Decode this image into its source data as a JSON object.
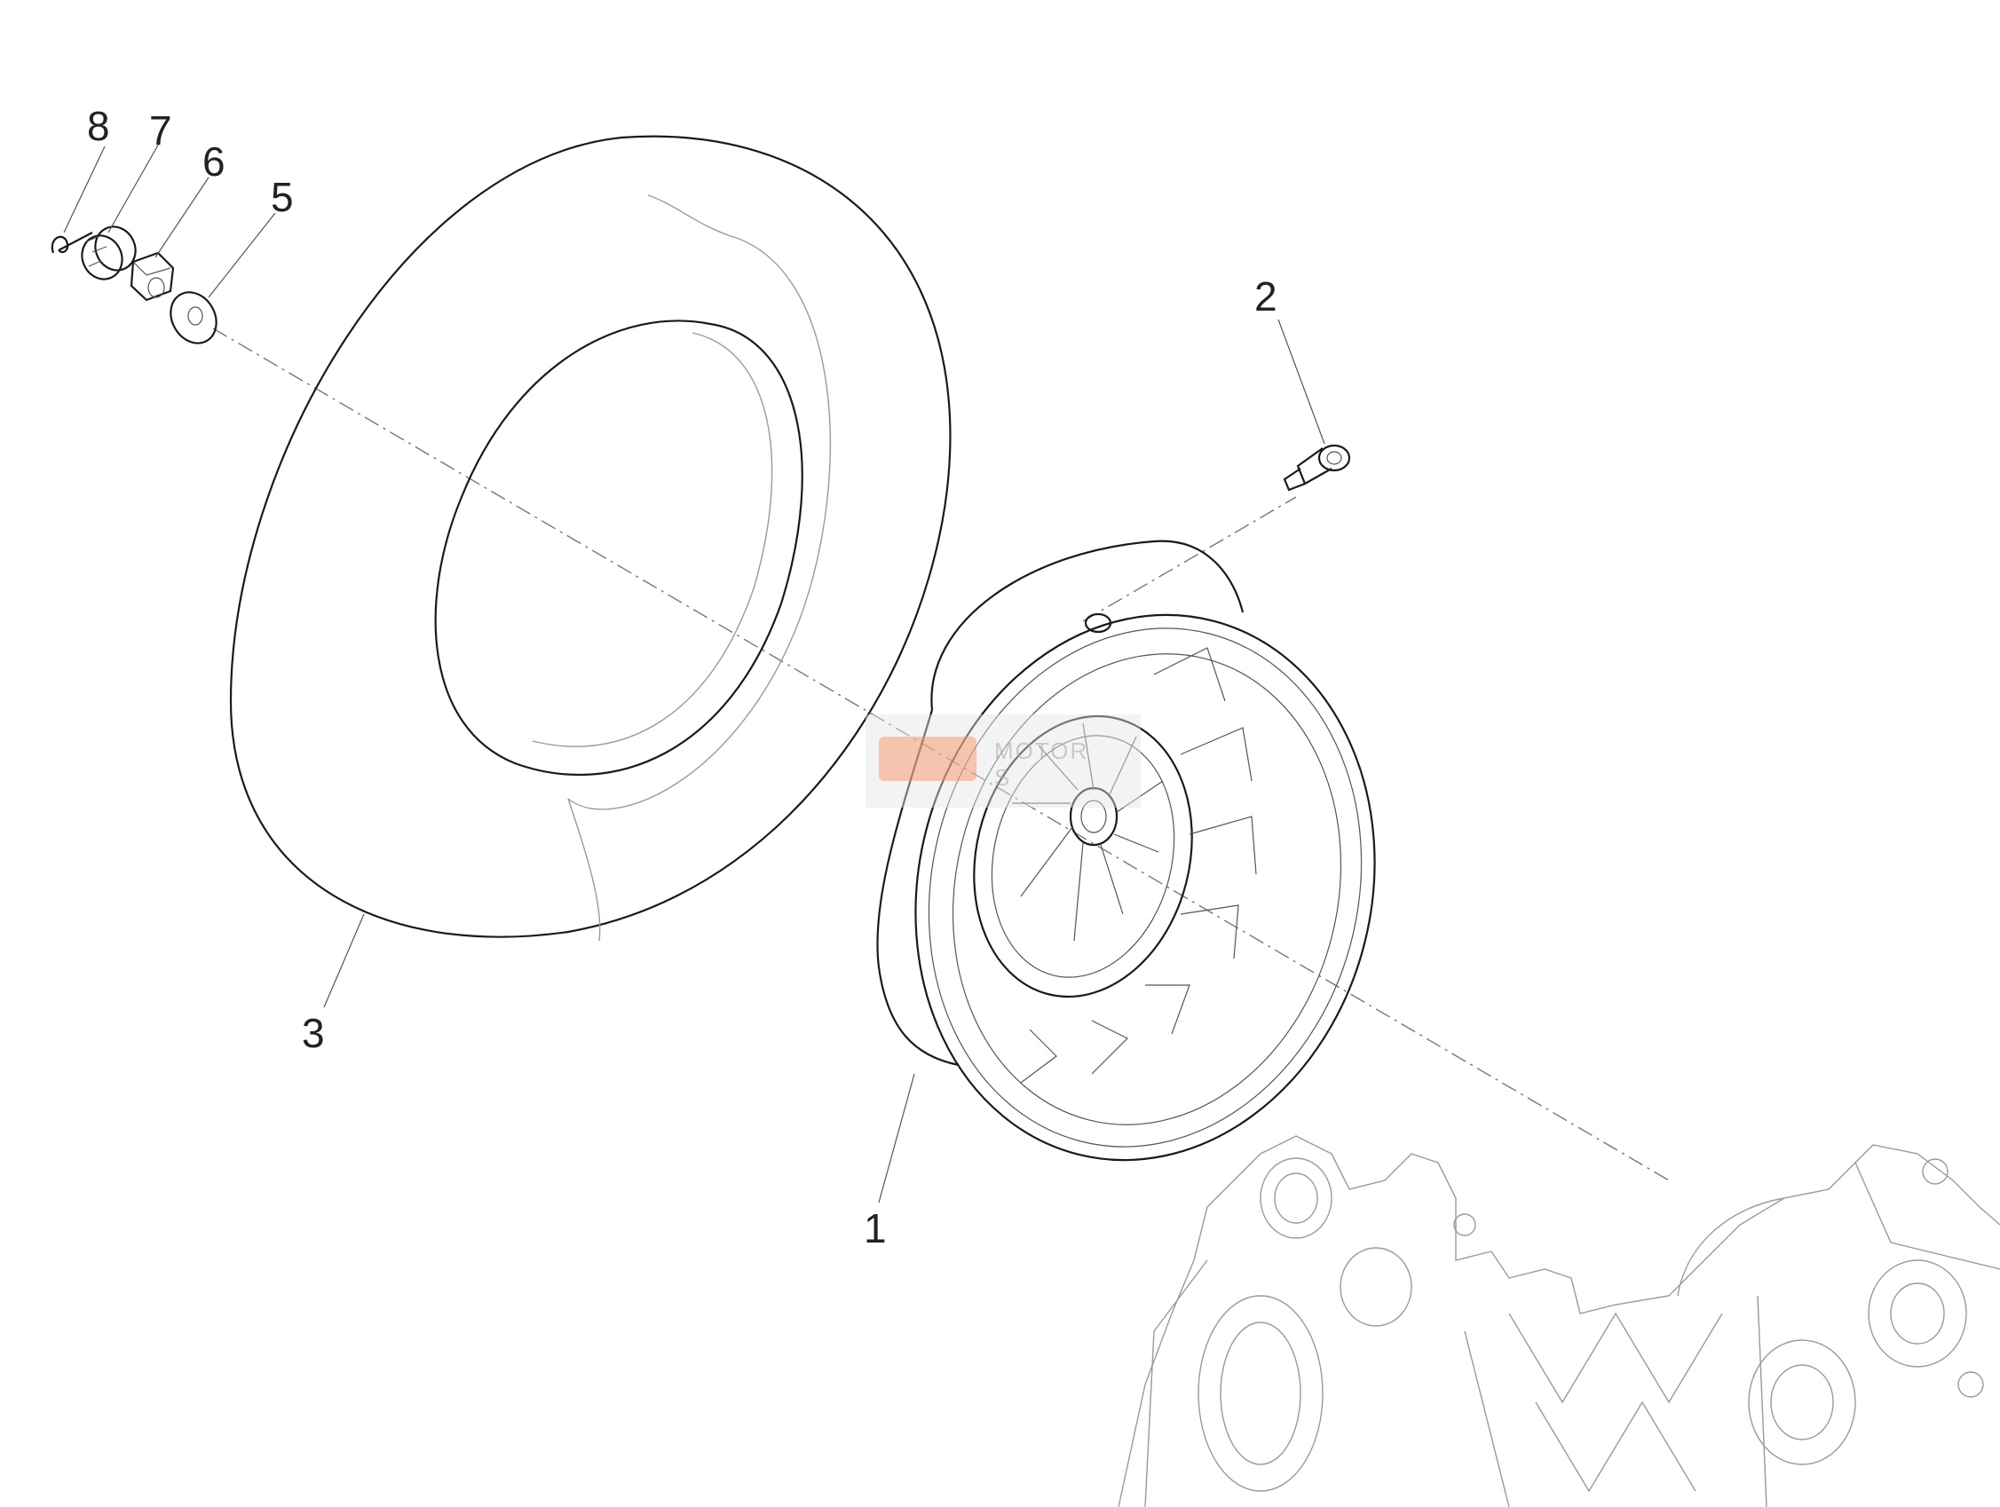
{
  "diagram": {
    "callouts": [
      {
        "id": "1",
        "label": "1"
      },
      {
        "id": "2",
        "label": "2"
      },
      {
        "id": "3",
        "label": "3"
      },
      {
        "id": "5",
        "label": "5"
      },
      {
        "id": "6",
        "label": "6"
      },
      {
        "id": "7",
        "label": "7"
      },
      {
        "id": "8",
        "label": "8"
      }
    ],
    "watermark": {
      "text_top": "MOTOR",
      "text_bottom": "S",
      "color": "#f2a07a"
    },
    "colors": {
      "line": "#1a1a1a",
      "engine": "#9a9a9a",
      "background": "#ffffff"
    }
  }
}
